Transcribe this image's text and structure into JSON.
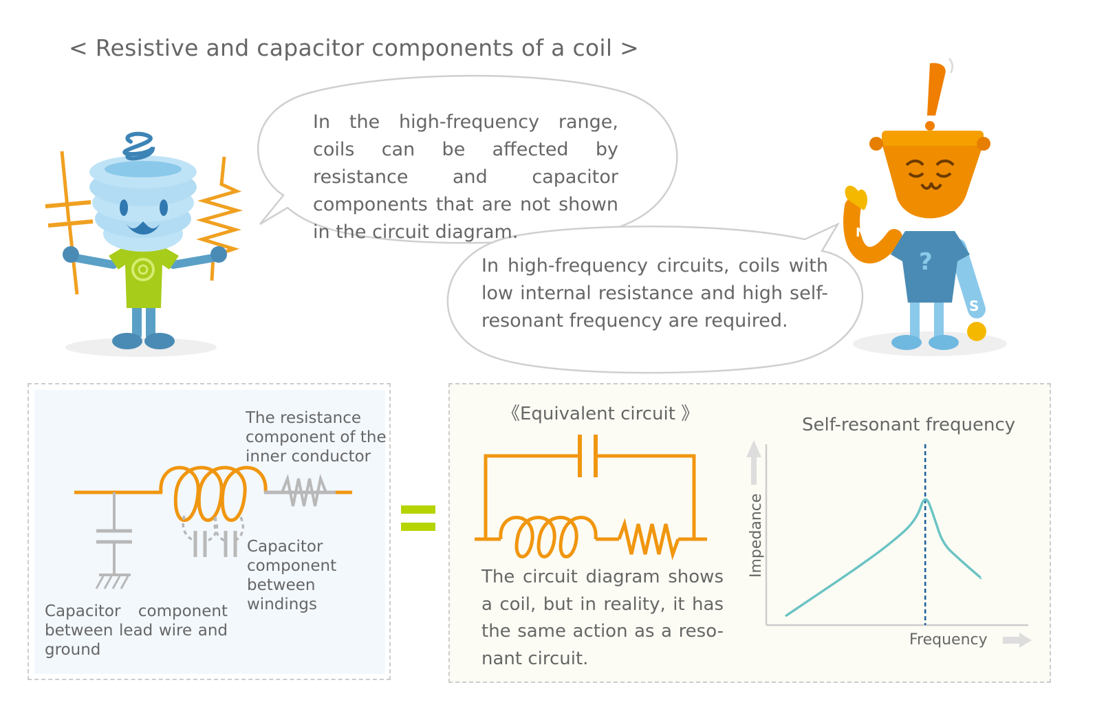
{
  "title": "< Resistive and capacitor components of a coil >",
  "bubbles": {
    "left": "In the high-frequency range, coils can be affected by resistance and capacitor components that are not shown in the circuit diagram.",
    "right": "In high-frequency circuits, coils with low internal resistance and high self-resonant frequency are required."
  },
  "left_panel": {
    "resistance_label": "The resistance component of the inner conductor",
    "windings_label": "Capacitor component between windings",
    "ground_label": "Capacitor component between lead wire and ground"
  },
  "equals": "=",
  "right_panel": {
    "heading": "《Equivalent circuit 》",
    "description": "The circuit diagram shows a coil, but in reality, it has the same action as a reso-nant circuit."
  },
  "chart_data": {
    "type": "line",
    "title": "Self-resonant frequency",
    "xlabel": "Frequency",
    "ylabel": "Impedance",
    "x": [
      0,
      0.2,
      0.4,
      0.6,
      0.75,
      0.8,
      0.85,
      0.9,
      1.0,
      1.12
    ],
    "values": [
      0.05,
      0.18,
      0.31,
      0.45,
      0.58,
      0.73,
      0.6,
      0.45,
      0.36,
      0.26
    ],
    "marker_x": 0.8,
    "xlim": [
      0,
      1.5
    ],
    "ylim": [
      0,
      1
    ],
    "grid": false,
    "colors": {
      "curve": "#6cc4c4",
      "marker": "#1a5f9a"
    }
  },
  "colors": {
    "wire": "#f0960f",
    "parasitic": "#b8b8b8",
    "equals": "#b6d400",
    "text": "#666666"
  },
  "icons": {
    "left_character": "coil-character-icon",
    "right_character": "magnet-character-icon"
  }
}
